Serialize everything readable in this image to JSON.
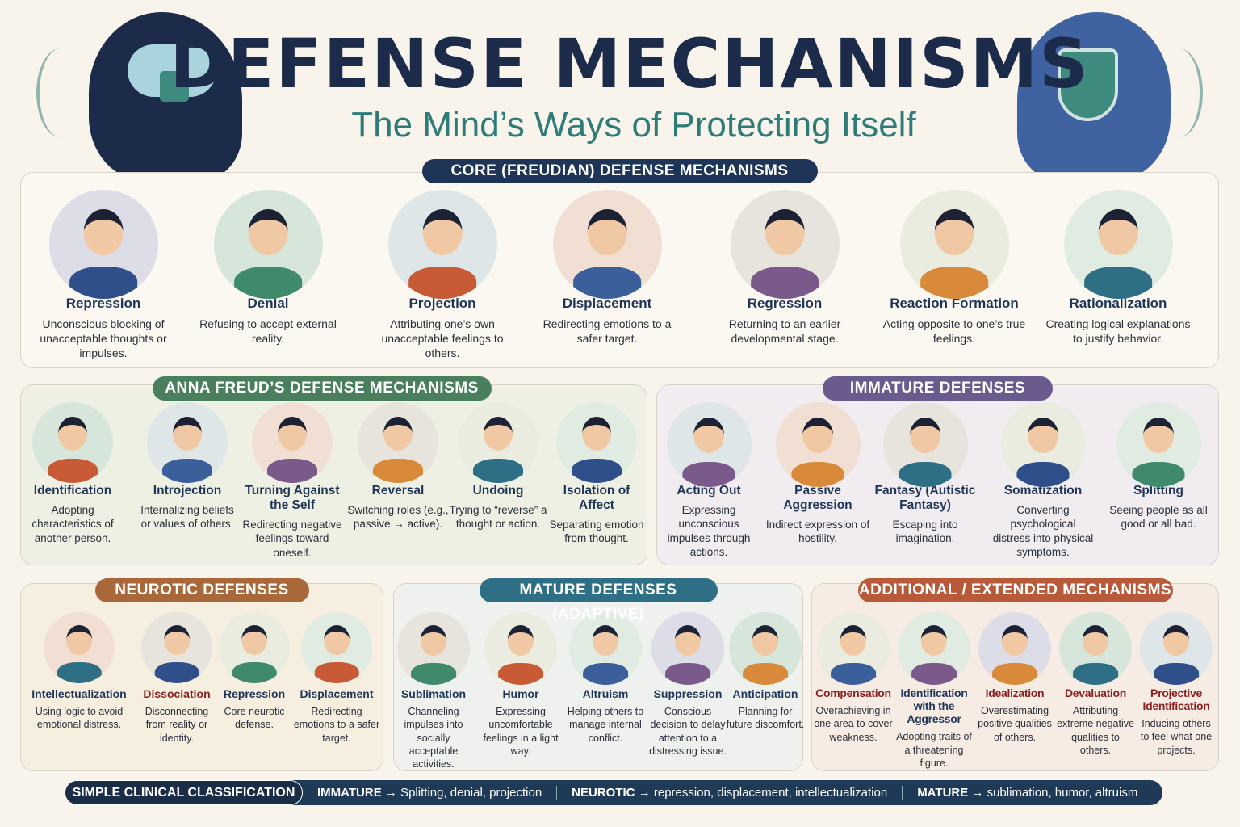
{
  "header": {
    "title": "DEFENSE MECHANISMS",
    "subtitle": "The Mind’s Ways of Protecting Itself"
  },
  "colors": {
    "navy": "#1f3557",
    "green": "#4a7f5e",
    "purple": "#6b5a8e",
    "brown": "#a8683a",
    "teal": "#2f6f86",
    "rust": "#b85a3a",
    "darkred": "#8a1f1f"
  },
  "sections": [
    {
      "id": "core",
      "title": "CORE (FREUDIAN) DEFENSE MECHANISMS",
      "items": [
        {
          "title": "Repression",
          "desc": "Unconscious blocking of unacceptable thoughts or impulses.",
          "icon": "covered-face-icon"
        },
        {
          "title": "Denial",
          "desc": "Refusing to accept external reality.",
          "icon": "raised-hands-icon"
        },
        {
          "title": "Projection",
          "desc": "Attributing one’s own unacceptable feelings to others.",
          "icon": "pointing-person-icon"
        },
        {
          "title": "Displacement",
          "desc": "Redirecting emotions to a safer target.",
          "icon": "boxing-glove-icon"
        },
        {
          "title": "Regression",
          "desc": "Returning to an earlier developmental stage.",
          "icon": "teddy-bear-icon"
        },
        {
          "title": "Reaction Formation",
          "desc": "Acting opposite to one’s true feelings.",
          "icon": "heart-icon"
        },
        {
          "title": "Rationalization",
          "desc": "Creating logical explanations to justify behavior.",
          "icon": "thought-check-icon"
        }
      ]
    },
    {
      "id": "anna",
      "title": "ANNA FREUD’S DEFENSE MECHANISMS",
      "items": [
        {
          "title": "Identification",
          "desc": "Adopting characteristics of another person.",
          "icon": "two-people-icon"
        },
        {
          "title": "Introjection",
          "desc": "Internalizing beliefs or values of others.",
          "icon": "hand-on-chest-icon"
        },
        {
          "title": "Turning Against the Self",
          "desc": "Redirecting negative feelings toward oneself.",
          "icon": "sad-person-icon"
        },
        {
          "title": "Reversal",
          "desc": "Switching roles (e.g., passive → active).",
          "icon": "cycle-arrows-icon"
        },
        {
          "title": "Undoing",
          "desc": "Trying to “reverse” a thought or action.",
          "icon": "eraser-icon"
        },
        {
          "title": "Isolation of Affect",
          "desc": "Separating emotion from thought.",
          "icon": "neutral-face-icon"
        }
      ]
    },
    {
      "id": "immature",
      "title": "IMMATURE DEFENSES",
      "items": [
        {
          "title": "Acting Out",
          "desc": "Expressing unconscious impulses through actions.",
          "icon": "angry-boy-icon"
        },
        {
          "title": "Passive Aggression",
          "desc": "Indirect expression of hostility.",
          "icon": "crossed-arms-icon"
        },
        {
          "title": "Fantasy (Autistic Fantasy)",
          "desc": "Escaping into imagination.",
          "icon": "castle-cloud-icon"
        },
        {
          "title": "Somatization",
          "desc": "Converting psychological distress into physical symptoms.",
          "icon": "stomach-ache-icon"
        },
        {
          "title": "Splitting",
          "desc": "Seeing people as all good or all bad.",
          "icon": "theater-masks-icon"
        }
      ]
    },
    {
      "id": "neurotic",
      "title": "NEUROTIC DEFENSES",
      "items": [
        {
          "title": "Intellectualization",
          "desc": "Using logic to avoid emotional distress.",
          "icon": "reading-person-icon"
        },
        {
          "title": "Dissociation",
          "desc": "Disconnecting from reality or identity.",
          "icon": "dazed-woman-icon",
          "red": true
        },
        {
          "title": "Repression",
          "desc": "Core neurotic defense.",
          "icon": "covered-face-icon"
        },
        {
          "title": "Displacement",
          "desc": "Redirecting emotions to a safer target.",
          "icon": "boxing-glove-icon"
        }
      ]
    },
    {
      "id": "mature",
      "title": "MATURE DEFENSES (ADAPTIVE)",
      "items": [
        {
          "title": "Sublimation",
          "desc": "Channeling impulses into socially acceptable activities.",
          "icon": "paint-palette-icon"
        },
        {
          "title": "Humor",
          "desc": "Expressing uncomfortable feelings in a light way.",
          "icon": "laughing-man-icon"
        },
        {
          "title": "Altruism",
          "desc": "Helping others to manage internal conflict.",
          "icon": "hands-heart-icon"
        },
        {
          "title": "Suppression",
          "desc": "Conscious decision to delay attention to a distressing issue.",
          "icon": "calendar-icon"
        },
        {
          "title": "Anticipation",
          "desc": "Planning for future discomfort.",
          "icon": "mountain-flag-icon"
        }
      ]
    },
    {
      "id": "additional",
      "title": "ADDITIONAL / EXTENDED MECHANISMS",
      "items": [
        {
          "title": "Compensation",
          "desc": "Overachieving in one area to cover weakness.",
          "icon": "trophy-icon",
          "red": true
        },
        {
          "title": "Identification with the Aggressor",
          "desc": "Adopting traits of a threatening figure.",
          "icon": "shadow-figure-icon"
        },
        {
          "title": "Idealization",
          "desc": "Overestimating positive qualities of others.",
          "icon": "heart-icon",
          "red": true
        },
        {
          "title": "Devaluation",
          "desc": "Attributing extreme negative qualities to others.",
          "icon": "thumbs-down-icon",
          "red": true
        },
        {
          "title": "Projective Identification",
          "desc": "Inducing others to feel what one projects.",
          "icon": "two-silhouettes-icon",
          "red": true
        }
      ]
    }
  ],
  "bottom": {
    "label": "SIMPLE CLINICAL CLASSIFICATION",
    "segments": [
      {
        "key": "IMMATURE",
        "text": "→ Splitting, denial, projection"
      },
      {
        "key": "NEUROTIC",
        "text": "→ repression, displacement, intellectualization"
      },
      {
        "key": "MATURE",
        "text": "→ sublimation, humor, altruism"
      }
    ]
  }
}
